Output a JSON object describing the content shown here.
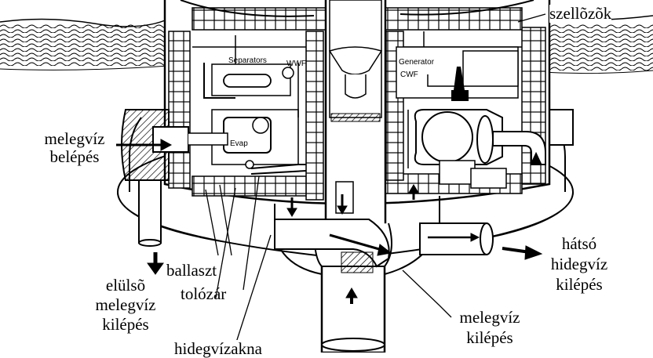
{
  "labels": {
    "vents": "szellõzõk",
    "warm_inlet": [
      "melegvíz",
      "belépés"
    ],
    "ballast_valve": [
      "ballaszt",
      "tolózár"
    ],
    "front_warm_outlet": [
      "elülsõ",
      "melegvíz",
      "kilépés"
    ],
    "cold_shaft": "hidegvízakna",
    "rear_cold_outlet": [
      "hátsó",
      "hidegvíz",
      "kilépés"
    ],
    "warm_outlet": [
      "melegvíz",
      "kilépés"
    ]
  },
  "components": {
    "separators": "Separators",
    "wwf": "WWF",
    "evap": "Evap",
    "generator": "Generator",
    "cwf": "CWF"
  },
  "colors": {
    "ink": "#000000",
    "paper": "#ffffff",
    "gray": "#cccccc"
  }
}
